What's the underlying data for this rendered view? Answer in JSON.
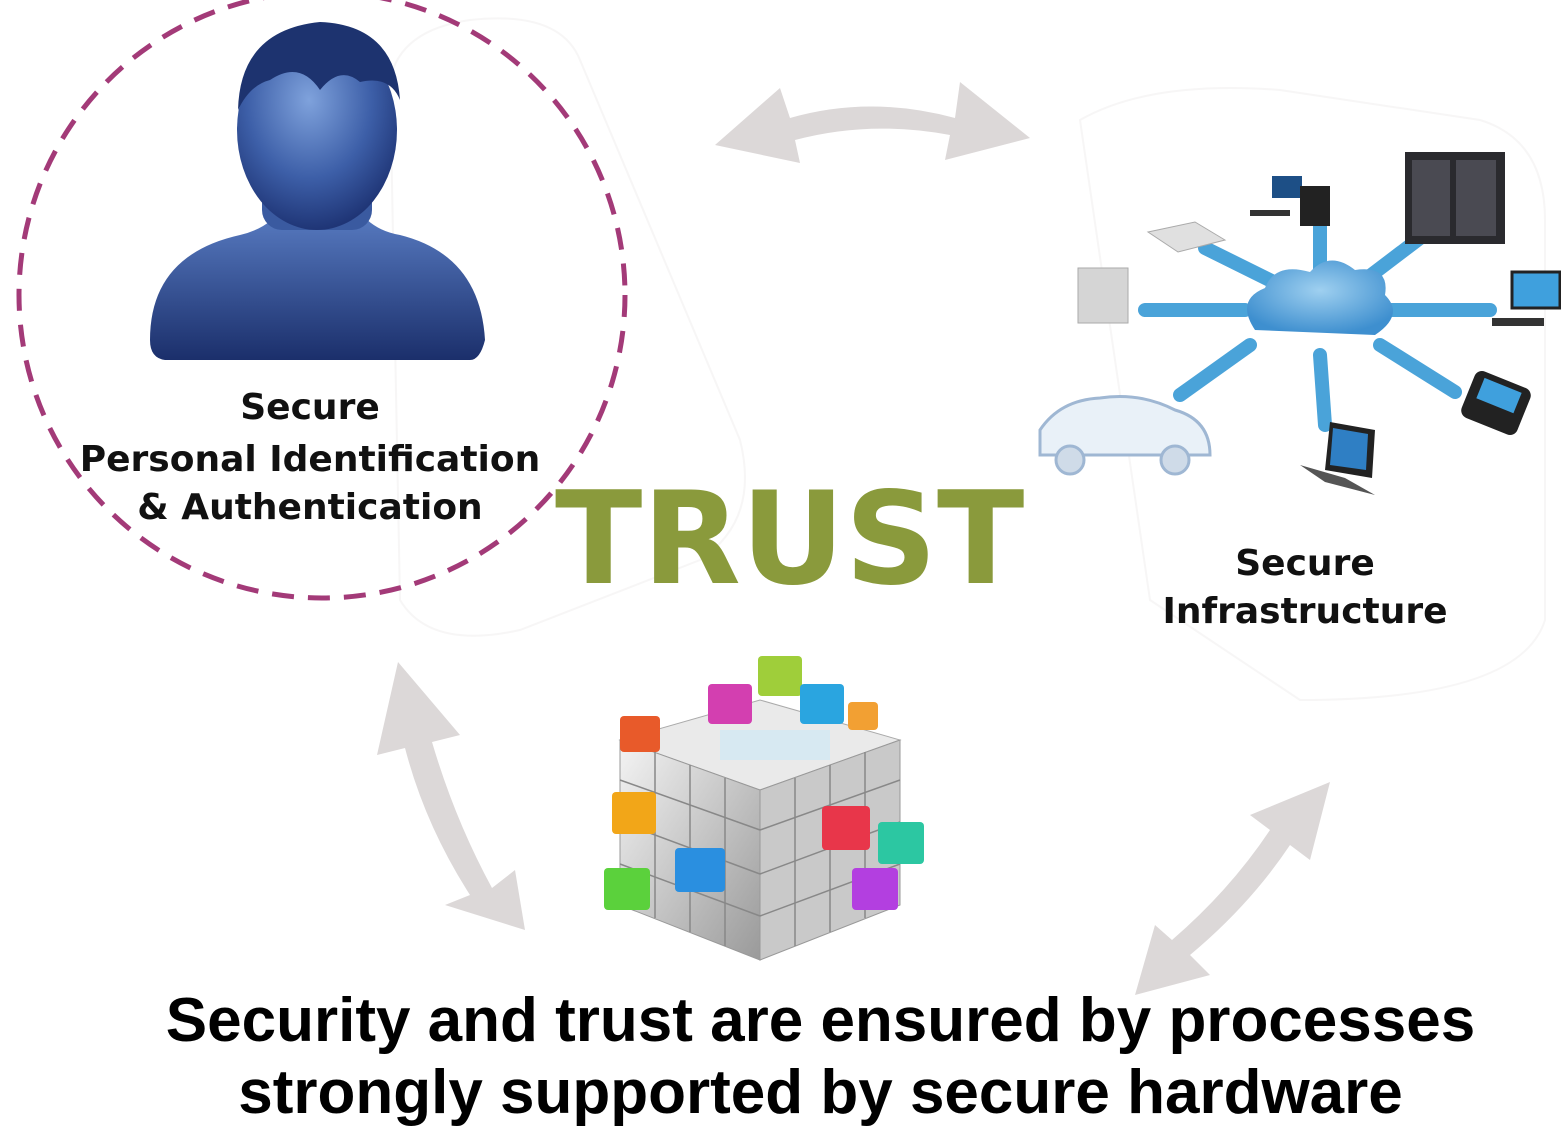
{
  "center": {
    "title": "TRUST",
    "title_color": "#8a9a3c"
  },
  "person_node": {
    "lines": [
      "Secure",
      "Personal Identification",
      "& Authentication"
    ],
    "ring_color": "#a33a78",
    "figure_color": "#2c4a8a"
  },
  "infrastructure_node": {
    "lines": [
      "Secure",
      "Infrastructure"
    ],
    "arrow_color": "#4aa3d9"
  },
  "caption": {
    "line1": "Security and trust are ensured by processes",
    "line2": "strongly supported by secure hardware"
  },
  "connector_color": "#dcd8d8"
}
